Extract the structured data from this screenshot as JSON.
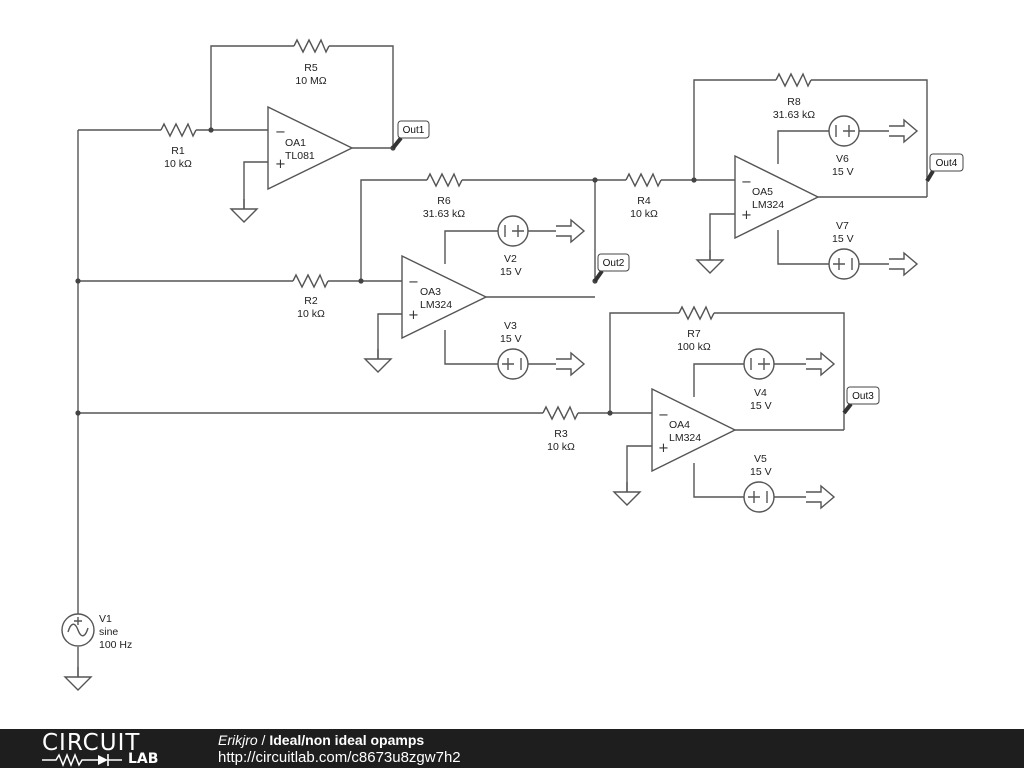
{
  "diagram": {
    "components": {
      "r1": {
        "name": "R1",
        "value": "10 kΩ"
      },
      "r2": {
        "name": "R2",
        "value": "10 kΩ"
      },
      "r3": {
        "name": "R3",
        "value": "10 kΩ"
      },
      "r4": {
        "name": "R4",
        "value": "10 kΩ"
      },
      "r5": {
        "name": "R5",
        "value": "10 MΩ"
      },
      "r6": {
        "name": "R6",
        "value": "31.63 kΩ"
      },
      "r7": {
        "name": "R7",
        "value": "100 kΩ"
      },
      "r8": {
        "name": "R8",
        "value": "31.63 kΩ"
      },
      "oa1": {
        "name": "OA1",
        "model": "TL081"
      },
      "oa3": {
        "name": "OA3",
        "model": "LM324"
      },
      "oa4": {
        "name": "OA4",
        "model": "LM324"
      },
      "oa5": {
        "name": "OA5",
        "model": "LM324"
      },
      "v1": {
        "name": "V1",
        "type": "sine",
        "freq": "100 Hz"
      },
      "v2": {
        "name": "V2",
        "value": "15 V"
      },
      "v3": {
        "name": "V3",
        "value": "15 V"
      },
      "v4": {
        "name": "V4",
        "value": "15 V"
      },
      "v5": {
        "name": "V5",
        "value": "15 V"
      },
      "v6": {
        "name": "V6",
        "value": "15 V"
      },
      "v7": {
        "name": "V7",
        "value": "15 V"
      }
    },
    "probes": {
      "out1": "Out1",
      "out2": "Out2",
      "out3": "Out3",
      "out4": "Out4"
    }
  },
  "footer": {
    "logo_top": "CIRCUIT",
    "logo_bottom": "LAB",
    "author": "Erikjro",
    "separator": " / ",
    "title": "Ideal/non ideal opamps",
    "url": "http://circuitlab.com/c8673u8zgw7h2"
  }
}
